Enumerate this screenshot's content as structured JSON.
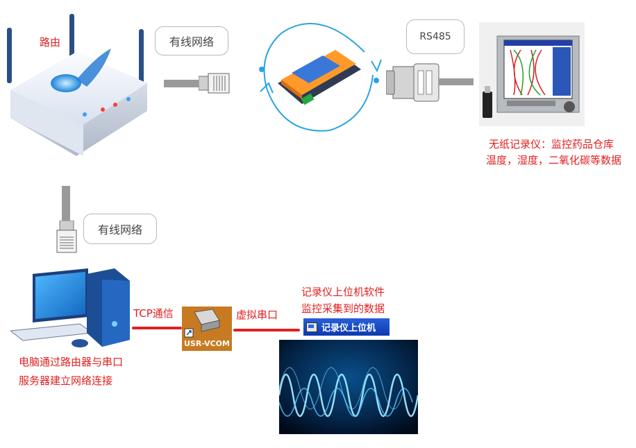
{
  "router": {
    "label": "路由"
  },
  "wired_top": {
    "label": "有线网络"
  },
  "wired_left": {
    "label": "有线网络"
  },
  "rs485": {
    "label": "RS485"
  },
  "recorder": {
    "caption_line1": "无纸记录仪：监控药品仓库",
    "caption_line2": "温度，湿度，二氧化碳等数据"
  },
  "computer": {
    "caption_line1": "电脑通过路由器与串口",
    "caption_line2": "服务器建立网络连接"
  },
  "tcp": {
    "label": "TCP通信"
  },
  "vcom": {
    "icon_label": "USR-VCOM"
  },
  "virtual_port": {
    "label": "虚拟串口"
  },
  "software": {
    "caption_line1": "记录仪上位机软件",
    "caption_line2": "监控采集到的数据",
    "window_title": "记录仪上位机"
  },
  "colors": {
    "accent_red": "#e02020",
    "cable_gray": "#9a9a9a",
    "cycle_blue": "#2aa4e0"
  }
}
